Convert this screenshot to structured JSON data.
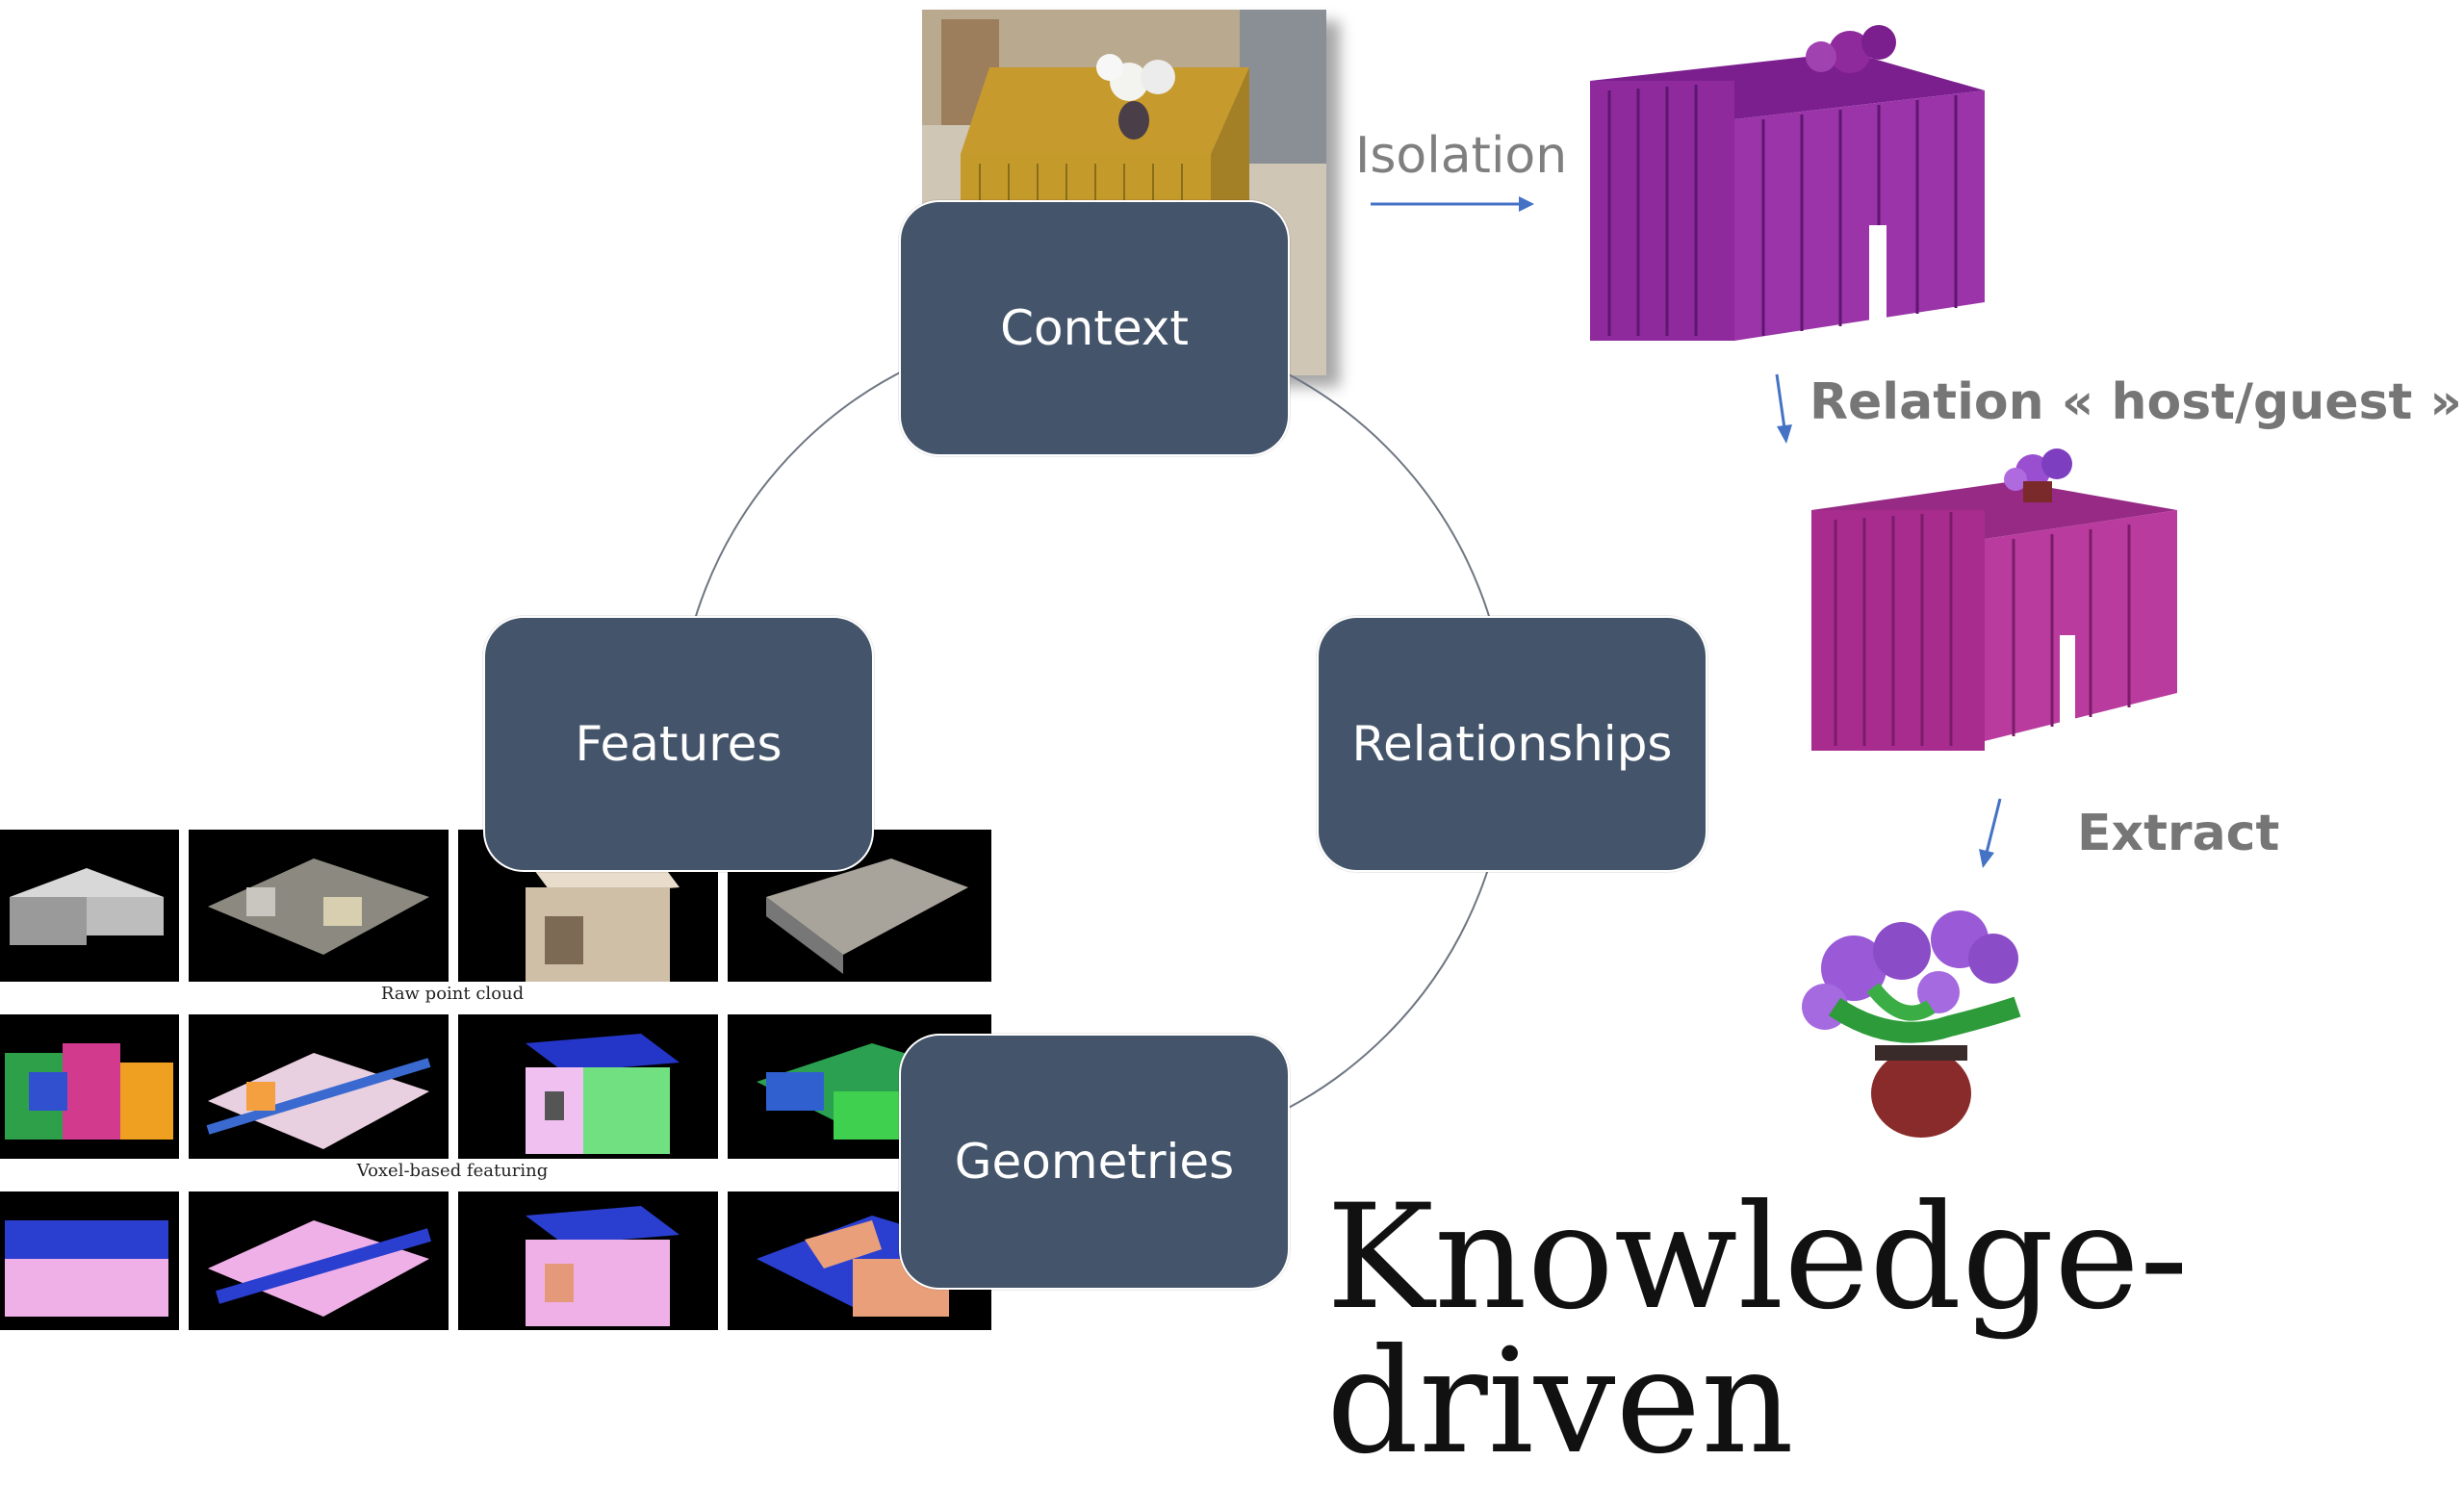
{
  "cycle": {
    "nodes": {
      "context": "Context",
      "relationships": "Relationships",
      "geometries": "Geometries",
      "features": "Features"
    }
  },
  "pipeline": {
    "isolation": "Isolation",
    "relation": "Relation « host/guest »",
    "extract": "Extract"
  },
  "figure": {
    "captions": [
      "Raw point cloud",
      "Voxel-based featuring"
    ]
  },
  "title": "Knowledge-driven",
  "colors": {
    "node_fill": "#44546a",
    "arrow": "#4472c4",
    "label_grey": "#7f7f7f",
    "purple_cloud": "#8e2a9c",
    "magenta_cloud": "#a82b8e"
  }
}
